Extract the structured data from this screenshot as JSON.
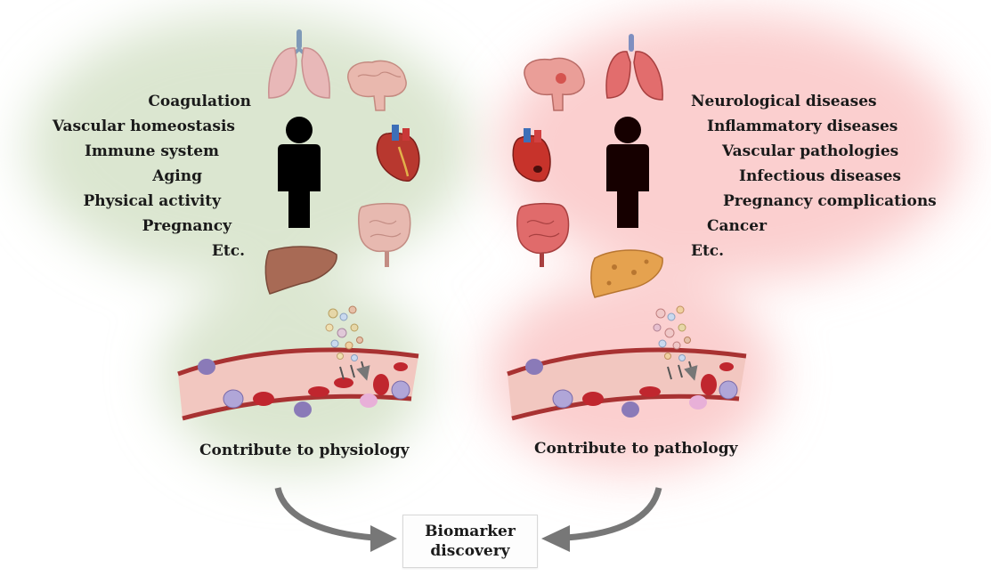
{
  "physiology": {
    "items": [
      "Coagulation",
      "Vascular homeostasis",
      "Immune system",
      "Aging",
      "Physical activity",
      "Pregnancy",
      "Etc."
    ],
    "caption": "Contribute to physiology"
  },
  "pathology": {
    "items": [
      "Neurological diseases",
      "Inflammatory diseases",
      "Vascular pathologies",
      "Infectious diseases",
      "Pregnancy complications",
      "Cancer",
      "Etc."
    ],
    "caption": "Contribute to pathology"
  },
  "biomarker": {
    "line1": "Biomarker",
    "line2": "discovery"
  },
  "colors": {
    "physiology_glow": "#dfe8d6",
    "pathology_glow": "#fbd3d3",
    "arrow": "#777777",
    "vessel_wall": "#a83232",
    "vessel_inner": "#f1c6bf",
    "rbc": "#c0262e"
  },
  "icons": [
    "lungs-icon",
    "brain-icon",
    "heart-icon",
    "intestine-icon",
    "liver-icon",
    "person-icon",
    "blood-vessel-icon",
    "extracellular-vesicles-icon",
    "arrow-icon"
  ]
}
